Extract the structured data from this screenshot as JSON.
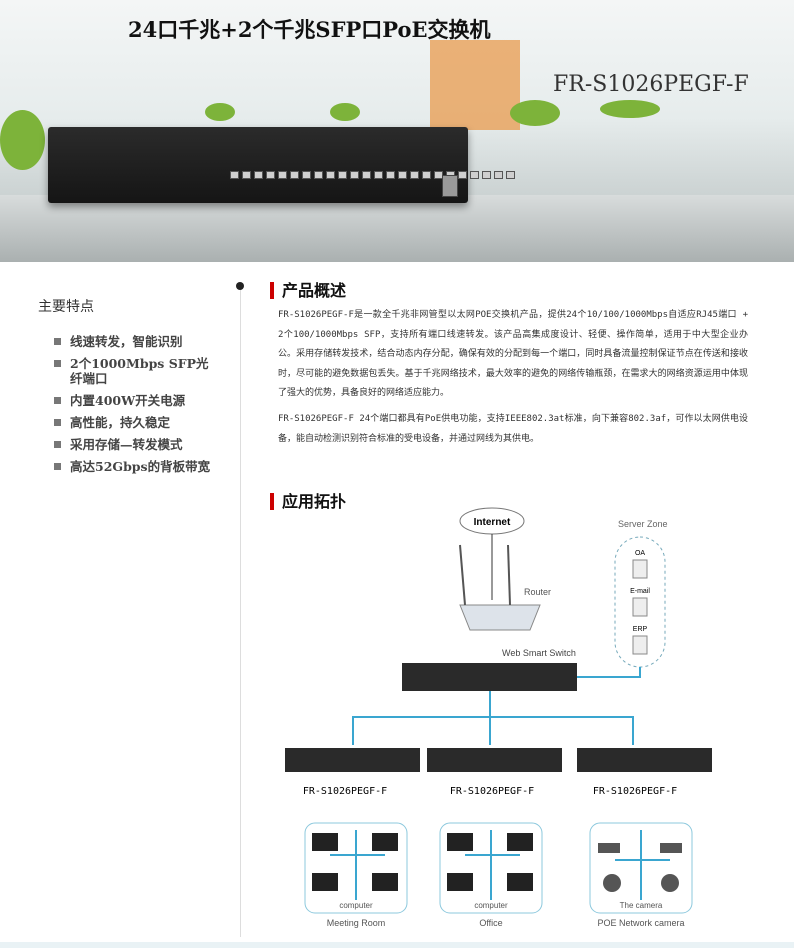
{
  "hero": {
    "title": "24口千兆+2个千兆SFP口PoE交换机",
    "model": "FR-S1026PEGF-F"
  },
  "features": {
    "heading": "主要特点",
    "items": [
      "线速转发，智能识别",
      "2个1000Mbps SFP光纤端口",
      "内置400W开关电源",
      "高性能，持久稳定",
      "采用存储—转发模式",
      "高达52Gbps的背板带宽"
    ]
  },
  "overview": {
    "heading": "产品概述",
    "paragraphs": [
      "FR-S1026PEGF-F是一款全千兆非网管型以太网POE交换机产品，提供24个10/100/1000Mbps自适应RJ45端口 + 2个100/1000Mbps SFP，支持所有端口线速转发。该产品高集成度设计、轻便、操作简单，适用于中大型企业办公。采用存储转发技术，结合动态内存分配，确保有效的分配到每一个端口，同时具备流量控制保证节点在传送和接收时，尽可能的避免数据包丢失。基于千兆网络技术，最大效率的避免的网络传输瓶颈，在需求大的网络资源运用中体现了强大的优势，具备良好的网络适应能力。",
      "FR-S1026PEGF-F 24个端口都具有PoE供电功能，支持IEEE802.3at标准，向下兼容802.3af，可作以太网供电设备，能自动检测识别符合标准的受电设备，并通过网线为其供电。"
    ]
  },
  "topology": {
    "heading": "应用拓扑",
    "internet": "Internet",
    "router": "Router",
    "server_zone": "Server Zone",
    "servers": [
      "OA",
      "E-mail",
      "ERP"
    ],
    "core_switch": "Web Smart Switch",
    "switch_labels": [
      "FR-S1026PEGF-F",
      "FR-S1026PEGF-F",
      "FR-S1026PEGF-F"
    ],
    "groups": [
      {
        "inner": "computer",
        "name": "Meeting Room"
      },
      {
        "inner": "computer",
        "name": "Office"
      },
      {
        "inner": "The camera",
        "name": "POE Network camera"
      }
    ]
  }
}
